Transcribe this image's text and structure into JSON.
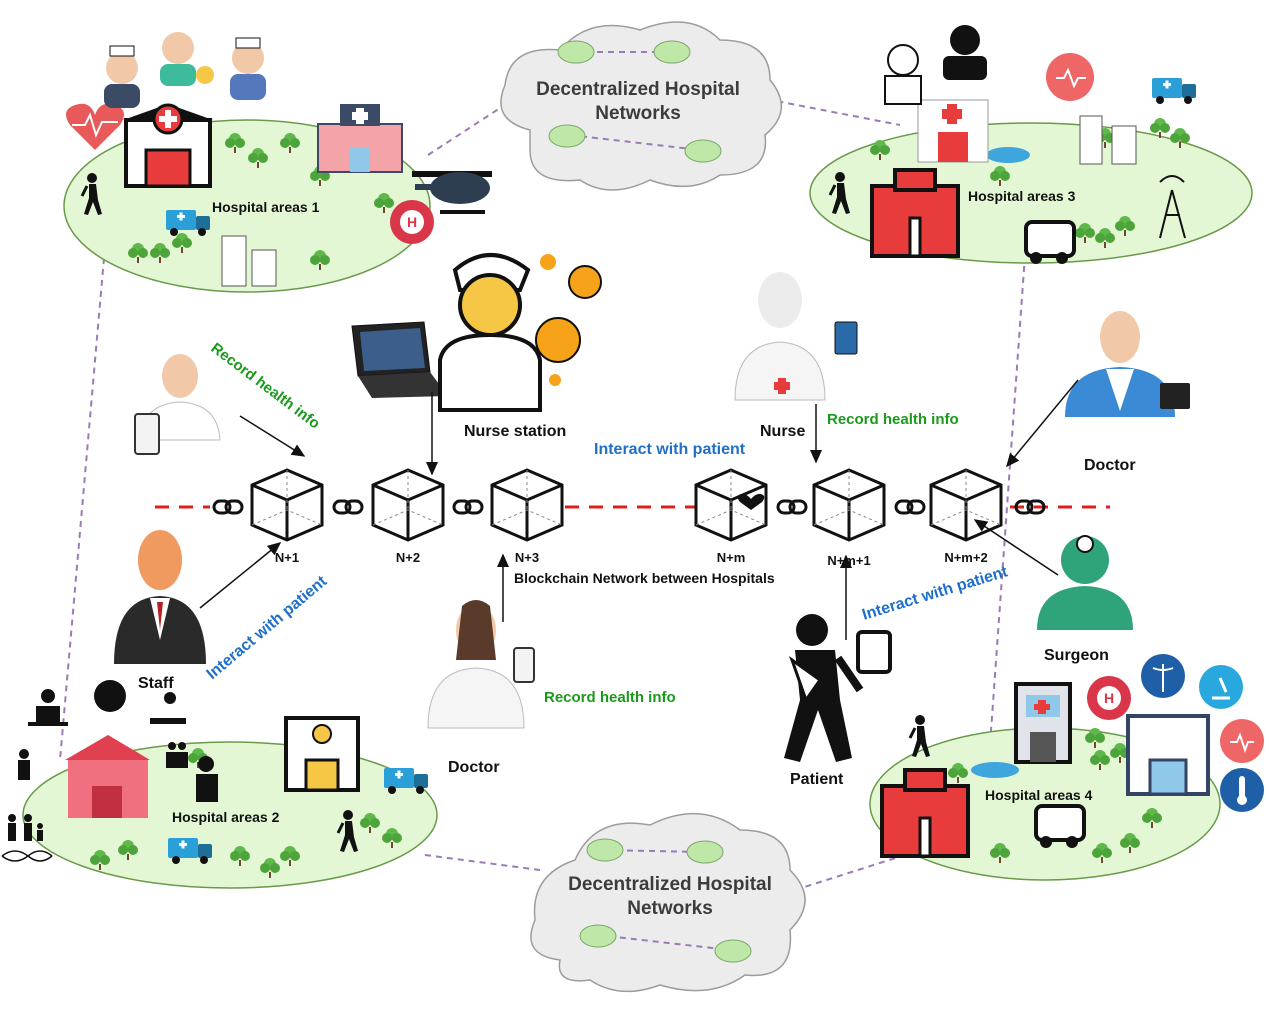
{
  "clouds": [
    {
      "line1": "Decentralized Hospital",
      "line2": "Networks"
    },
    {
      "line1": "Decentralized Hospital",
      "line2": "Networks"
    }
  ],
  "areas": [
    "Hospital areas 1",
    "Hospital areas 2",
    "Hospital areas 3",
    "Hospital areas 4"
  ],
  "roles": {
    "nurse_station": "Nurse station",
    "nurse": "Nurse",
    "doctor_right": "Doctor",
    "doctor_center": "Doctor",
    "staff": "Staff",
    "surgeon": "Surgeon",
    "patient": "Patient"
  },
  "annotations": {
    "record_left": "Record health info",
    "record_nurse": "Record health info",
    "record_doctor": "Record health info",
    "interact_top": "Interact with patient",
    "interact_staff": "Interact with patient",
    "interact_surgeon": "Interact with patient"
  },
  "blocks": [
    "N+1",
    "N+2",
    "N+3",
    "N+m",
    "N+m+1",
    "N+m+2"
  ],
  "network_label": "Blockchain Network between Hospitals",
  "colors": {
    "area_fill": "#e4f7d4",
    "area_stroke": "#6a9a4a",
    "dashed_red": "#e11d1d",
    "dashed_purple": "#9b7bb5",
    "cloud_fill": "#ececec",
    "record_green": "#1a9a1a",
    "interact_blue": "#1f6fc9",
    "hospital_red": "#e83b3b"
  },
  "icons": [
    "nurse-icon",
    "old-man-icon",
    "heart-rate-icon",
    "hospital-icon",
    "clinic-icon",
    "helicopter-icon",
    "hospital-h-icon",
    "ambulance-icon",
    "building-icon",
    "tree-icon",
    "walking-person-icon",
    "doctor-icon",
    "antenna-icon",
    "laptop-icon",
    "tablet-icon",
    "phone-icon",
    "chain-link-icon",
    "block-cube-icon",
    "dna-icon",
    "family-icon",
    "caduceus-icon",
    "microscope-icon",
    "thermometer-icon"
  ]
}
